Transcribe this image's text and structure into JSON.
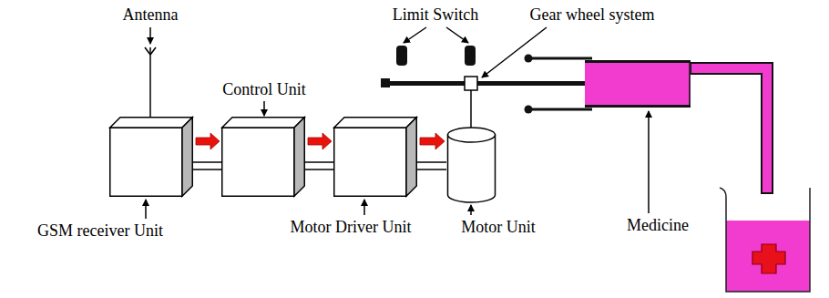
{
  "diagram": {
    "nodes": [
      {
        "text": [
          "GSM receiver Unit"
        ]
      },
      {
        "text": [
          "Control Unit"
        ]
      },
      {
        "text": [
          "Motor Driver Unit"
        ]
      },
      {
        "text": [
          "Motor Unit"
        ]
      },
      {
        "text": [
          "Medicine"
        ]
      }
    ],
    "edges": [
      {
        "from": 0,
        "to": 1,
        "arrow": "to"
      },
      {
        "from": 1,
        "to": 2,
        "arrow": "to"
      },
      {
        "from": 2,
        "to": 3,
        "arrow": "to"
      }
    ],
    "labels": [
      "Antenna",
      "Limit Switch",
      "Gear wheel system"
    ]
  }
}
